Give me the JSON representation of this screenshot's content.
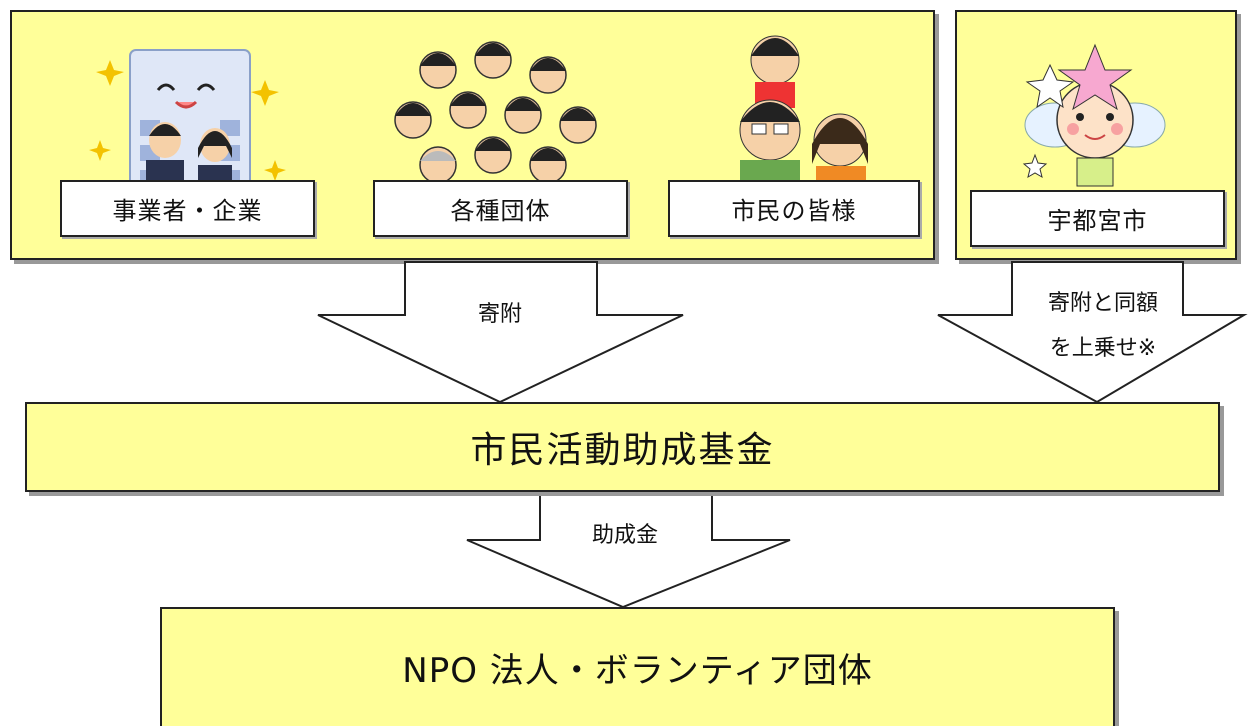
{
  "donors": {
    "labels": [
      "事業者・企業",
      "各種団体",
      "市民の皆様"
    ]
  },
  "city": {
    "label": "宇都宮市"
  },
  "arrows": {
    "donation": "寄附",
    "city_match_line1": "寄附と同額",
    "city_match_line2": "を上乗せ※",
    "grant": "助成金"
  },
  "fund": {
    "label": "市民活動助成基金"
  },
  "recipients": {
    "label": "NPO 法人・ボランティア団体"
  },
  "colors": {
    "panel": "#ffff99",
    "border": "#222222"
  }
}
